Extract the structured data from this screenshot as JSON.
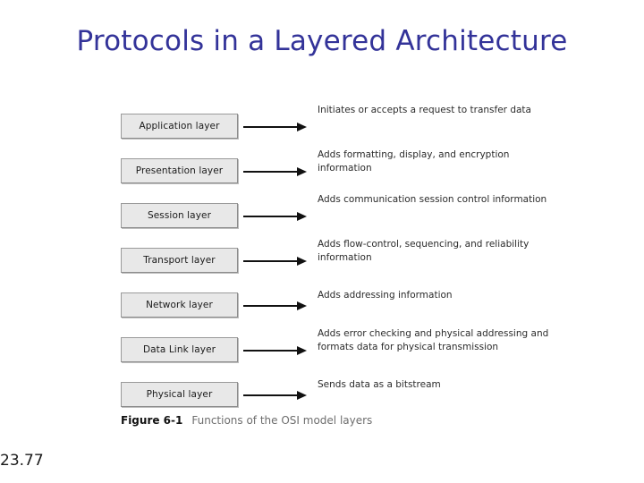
{
  "slide": {
    "title": "Protocols in a Layered Architecture",
    "number": "23.77",
    "title_color": "#333399",
    "background_color": "#ffffff"
  },
  "figure": {
    "caption_number": "Figure 6-1",
    "caption_text": "Functions of the OSI model layers",
    "box_fill_color": "#e8e8e8",
    "box_border_color": "#9a9a9a",
    "arrow_color": "#111111",
    "layers": [
      {
        "name": "Application layer",
        "description": "Initiates or accepts a request to transfer data",
        "lines": 2
      },
      {
        "name": "Presentation layer",
        "description": "Adds formatting, display, and encryption information",
        "lines": 2
      },
      {
        "name": "Session layer",
        "description": "Adds communication session control information",
        "lines": 2
      },
      {
        "name": "Transport layer",
        "description": "Adds flow-control, sequencing, and reliability information",
        "lines": 2
      },
      {
        "name": "Network layer",
        "description": "Adds addressing information",
        "lines": 1
      },
      {
        "name": "Data Link layer",
        "description": "Adds error checking and physical addressing and formats data for physical transmission",
        "lines": 2
      },
      {
        "name": "Physical layer",
        "description": "Sends data as a bitstream",
        "lines": 1
      }
    ]
  }
}
